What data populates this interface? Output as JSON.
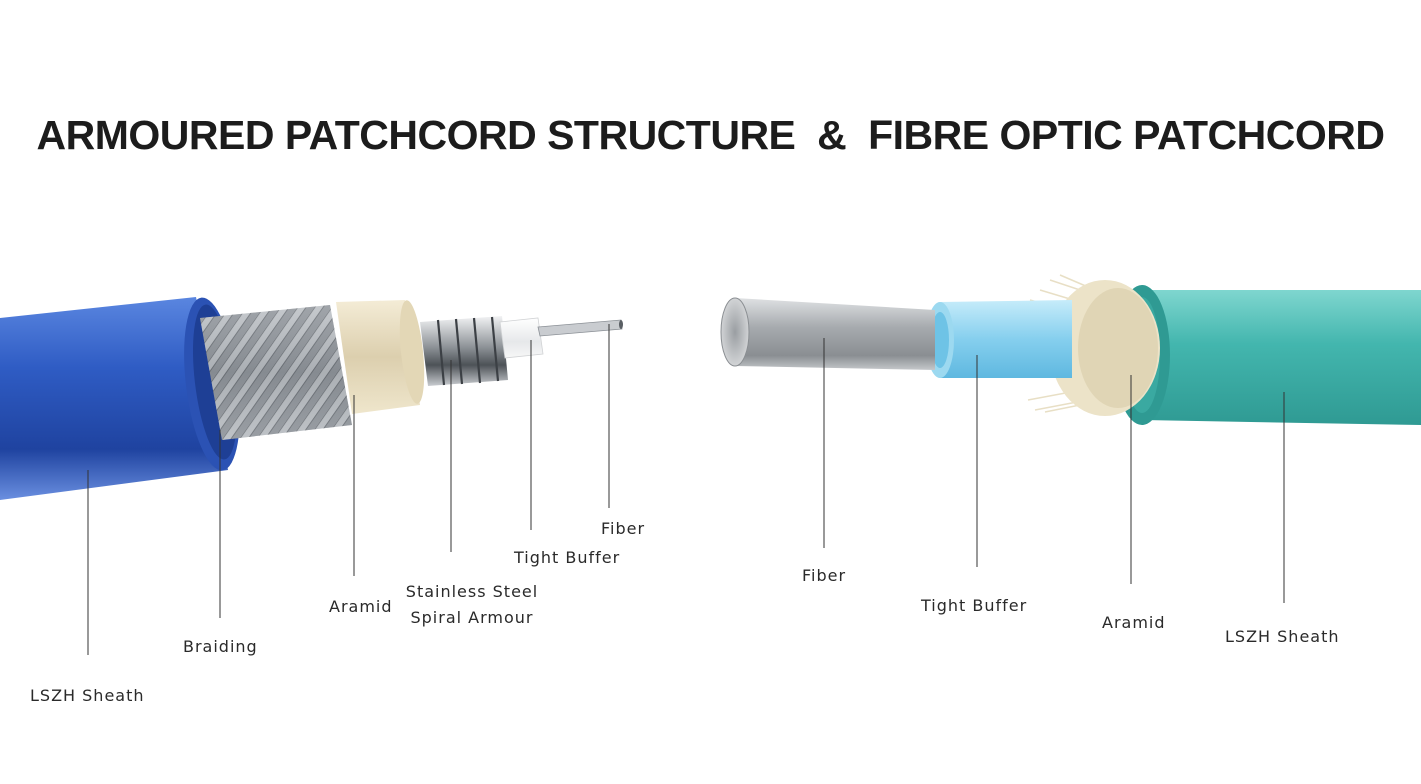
{
  "title": "ARMOURED PATCHCORD STRUCTURE  &  FIBRE OPTIC PATCHCORD",
  "armoured": {
    "labels": {
      "fiber": "Fiber",
      "tight_buffer": "Tight Buffer",
      "steel_line1": "Stainless Steel",
      "steel_line2": "Spiral Armour",
      "aramid": "Aramid",
      "braiding": "Braiding",
      "sheath": "LSZH Sheath"
    },
    "colors": {
      "sheath": "#2a55b8",
      "aramid": "#e8dcc0",
      "braid": "#9aa0a6"
    }
  },
  "fibre_optic": {
    "labels": {
      "fiber": "Fiber",
      "tight_buffer": "Tight Buffer",
      "aramid": "Aramid",
      "sheath": "LSZH Sheath"
    },
    "colors": {
      "sheath": "#3fb3ad",
      "buffer": "#8fd3ee",
      "fiber": "#b9bcc0",
      "aramid": "#ece3c8"
    }
  }
}
